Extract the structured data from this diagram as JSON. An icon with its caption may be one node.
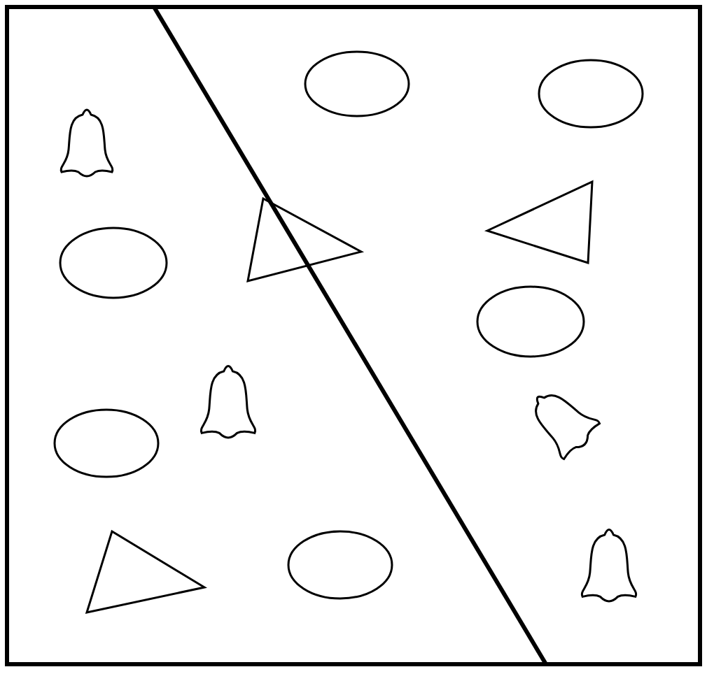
{
  "diagram": {
    "nodes": [
      {
        "text": [],
        "shape": "ellipse"
      },
      {
        "text": [],
        "shape": "ellipse"
      },
      {
        "text": [],
        "shape": "bell"
      },
      {
        "text": [],
        "shape": "triangle"
      },
      {
        "text": [],
        "shape": "triangle"
      },
      {
        "text": [],
        "shape": "ellipse"
      },
      {
        "text": [],
        "shape": "ellipse"
      },
      {
        "text": [],
        "shape": "bell"
      },
      {
        "text": [],
        "shape": "bell"
      },
      {
        "text": [],
        "shape": "ellipse"
      },
      {
        "text": [],
        "shape": "triangle"
      },
      {
        "text": [],
        "shape": "ellipse"
      },
      {
        "text": [],
        "shape": "bell"
      }
    ]
  }
}
